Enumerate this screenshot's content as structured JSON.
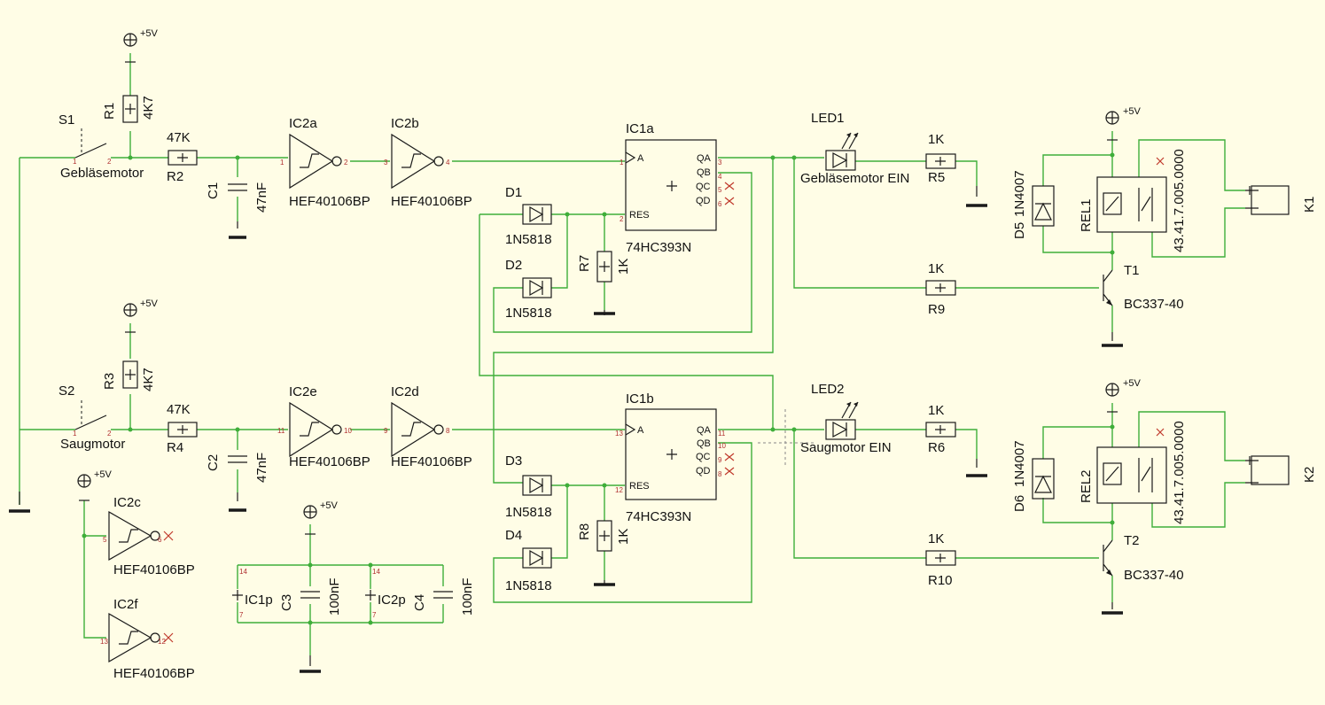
{
  "supply": {
    "vcc": "+5V"
  },
  "switches": {
    "s1": "S1",
    "s1_name": "Gebläsemotor",
    "s2": "S2",
    "s2_name": "Saugmotor"
  },
  "resistors": {
    "r1": "R1",
    "r1_val": "4K7",
    "r3": "R3",
    "r3_val": "4K7",
    "r2": "R2",
    "r2_val": "47K",
    "r4": "R4",
    "r4_val": "47K",
    "r5": "R5",
    "r5_val": "1K",
    "r6": "R6",
    "r6_val": "1K",
    "r7": "R7",
    "r7_val": "1K",
    "r8": "R8",
    "r8_val": "1K",
    "r9": "R9",
    "r9_val": "1K",
    "r10": "R10",
    "r10_val": "1K"
  },
  "capacitors": {
    "c1": "C1",
    "c1_val": "47nF",
    "c2": "C2",
    "c2_val": "47nF",
    "c3": "C3",
    "c3_val": "100nF",
    "c4": "C4",
    "c4_val": "100nF"
  },
  "inverters": {
    "ic2a": "IC2a",
    "ic2b": "IC2b",
    "ic2c": "IC2c",
    "ic2d": "IC2d",
    "ic2e": "IC2e",
    "ic2f": "IC2f",
    "part": "HEF40106BP"
  },
  "counters": {
    "ic1a": "IC1a",
    "ic1b": "IC1b",
    "part": "74HC393N",
    "pin_a": "A",
    "pin_res": "RES",
    "pin_qa": "QA",
    "pin_qb": "QB",
    "pin_qc": "QC",
    "pin_qd": "QD"
  },
  "power_pins": {
    "ic1p": "IC1p",
    "ic2p": "IC2p"
  },
  "diodes": {
    "d1": "D1",
    "d2": "D2",
    "d3": "D3",
    "d4": "D4",
    "schottky": "1N5818",
    "d5": "D5",
    "d6": "D6",
    "rectifier": "1N4007"
  },
  "leds": {
    "led1": "LED1",
    "led1_name": "Gebläsemotor EIN",
    "led2": "LED2",
    "led2_name": "Saugmotor EIN"
  },
  "transistors": {
    "t1": "T1",
    "t2": "T2",
    "part": "BC337-40"
  },
  "relays": {
    "rel1": "REL1",
    "rel2": "REL2",
    "part": "43.41.7.005.0000"
  },
  "connectors": {
    "k1": "K1",
    "k2": "K2"
  }
}
